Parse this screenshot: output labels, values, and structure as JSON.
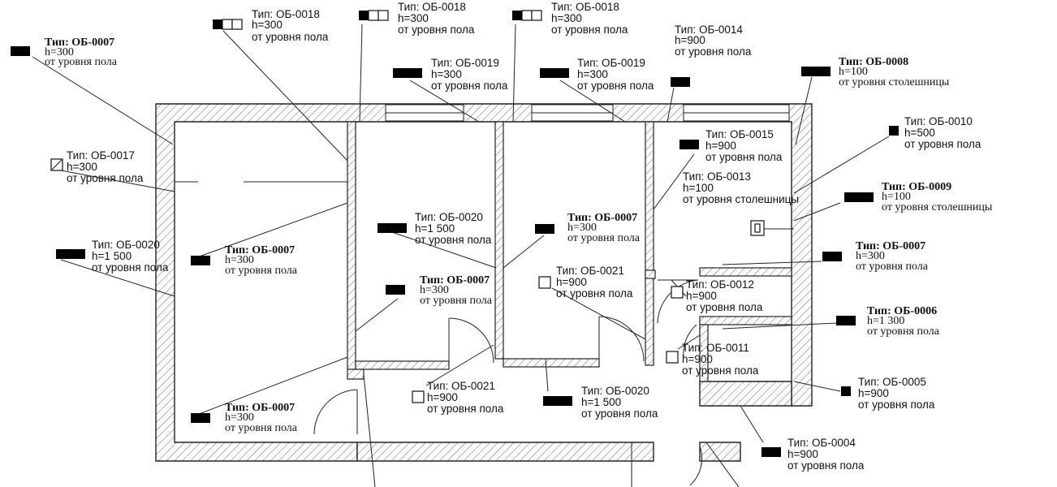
{
  "labels": {
    "l01": {
      "type": "Тип: ОБ-0007",
      "h": "h=300",
      "ref": "от уровня пола"
    },
    "l02": {
      "type": "Тип: ОБ-0018",
      "h": "h=300",
      "ref": "от уровня пола"
    },
    "l03": {
      "type": "Тип: ОБ-0018",
      "h": "h=300",
      "ref": "от уровня пола"
    },
    "l04": {
      "type": "Тип: ОБ-0018",
      "h": "h=300",
      "ref": "от уровня пола"
    },
    "l05": {
      "type": "Тип: ОБ-0014",
      "h": "h=900",
      "ref": "от уровня пола"
    },
    "l06": {
      "type": "Тип: ОБ-0019",
      "h": "h=300",
      "ref": "от уровня пола"
    },
    "l07": {
      "type": "Тип: ОБ-0019",
      "h": "h=300",
      "ref": "от уровня пола"
    },
    "l08": {
      "type": "Тип: ОБ-0008",
      "h": "h=100",
      "ref": "от уровня столешницы"
    },
    "l09": {
      "type": "Тип: ОБ-0010",
      "h": "h=500",
      "ref": "от уровня пола"
    },
    "l10": {
      "type": "Тип: ОБ-0015",
      "h": "h=900",
      "ref": "от уровня пола"
    },
    "l11": {
      "type": "Тип: ОБ-0017",
      "h": "h=300",
      "ref": "от уровня пола"
    },
    "l12": {
      "type": "Тип: ОБ-0013",
      "h": "h=100",
      "ref": "от уровня столешницы"
    },
    "l13": {
      "type": "Тип: ОБ-0009",
      "h": "h=100",
      "ref": "от уровня столешницы"
    },
    "l14": {
      "type": "Тип: ОБ-0020",
      "h": "h=1 500",
      "ref": "от уровня пола"
    },
    "l15": {
      "type": "Тип: ОБ-0007",
      "h": "h=300",
      "ref": "от уровня пола"
    },
    "l16": {
      "type": "Тип: ОБ-0020",
      "h": "h=1 500",
      "ref": "от уровня пола"
    },
    "l17": {
      "type": "Тип: ОБ-0007",
      "h": "h=300",
      "ref": "от уровня пола"
    },
    "l18": {
      "type": "Тип: ОБ-0007",
      "h": "h=300",
      "ref": "от уровня пола"
    },
    "l19": {
      "type": "Тип: ОБ-0007",
      "h": "h=300",
      "ref": "от уровня пола"
    },
    "l20": {
      "type": "Тип: ОБ-0021",
      "h": "h=900",
      "ref": "от уровня пола"
    },
    "l21": {
      "type": "Тип: ОБ-0012",
      "h": "h=900",
      "ref": "от уровня пола"
    },
    "l22": {
      "type": "Тип: ОБ-0006",
      "h": "h=1 300",
      "ref": "от уровня пола"
    },
    "l23": {
      "type": "Тип: ОБ-0011",
      "h": "h=900",
      "ref": "от уровня пола"
    },
    "l24": {
      "type": "Тип: ОБ-0007",
      "h": "h=300",
      "ref": "от уровня пола"
    },
    "l25": {
      "type": "Тип: ОБ-0021",
      "h": "h=900",
      "ref": "от уровня пола"
    },
    "l26": {
      "type": "Тип: ОБ-0020",
      "h": "h=1 500",
      "ref": "от уровня пола"
    },
    "l27": {
      "type": "Тип: ОБ-0005",
      "h": "h=900",
      "ref": "от уровня пола"
    },
    "l28": {
      "type": "Тип: ОБ-0004",
      "h": "h=900",
      "ref": "от уровня пола"
    }
  }
}
